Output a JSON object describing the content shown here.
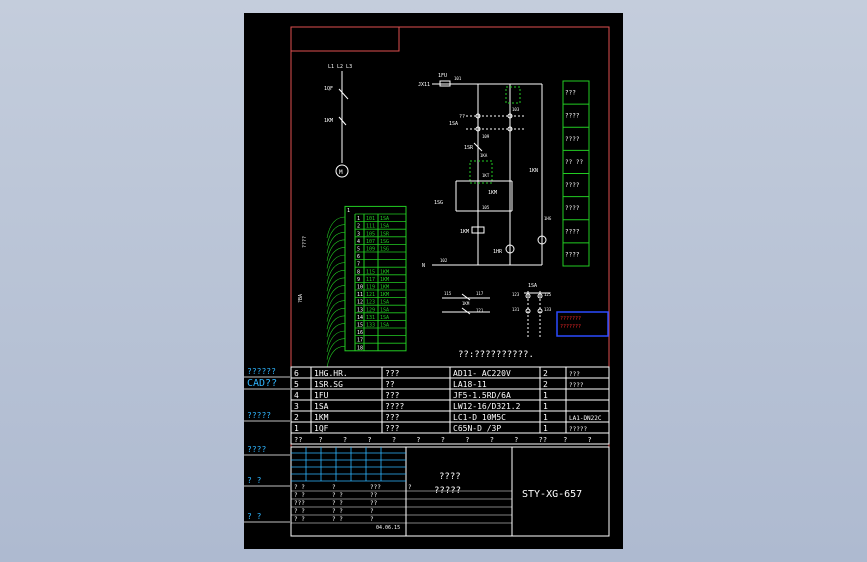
{
  "drawing": {
    "top_left_labels": [
      "L1 L2 L3",
      "1QF",
      "1KM"
    ],
    "motor_label": "M",
    "control_labels": {
      "supply": "JX11",
      "fuse": "1FU",
      "fuse_node": "101",
      "fuse_node2": "111",
      "relay_top": "KA",
      "relay_node": "109",
      "relay_node2": "103",
      "sa_label": "1SA",
      "switch_label": "??",
      "sr_label": "1SR",
      "sr_node": "1KA",
      "kt_label": "1KT",
      "km_label": "1KM",
      "sg_label": "1SG",
      "node_a": "1KN",
      "node_b": "105",
      "node_c": "1KM",
      "hr_label": "1HR",
      "hg_label": "1HG",
      "n_label": "N",
      "n_node": "102",
      "bottom_left_a": "115",
      "bottom_left_b": "1KM",
      "bottom_node_a": "117",
      "bottom_node_b": "121",
      "right_sa": "1SA",
      "right_node_a": "123",
      "right_node_b": "125",
      "right_node_c": "131",
      "right_node_d": "133"
    },
    "right_legend": [
      "???",
      "????",
      "????",
      "?? ??",
      "????",
      "????",
      "????",
      "????"
    ],
    "terminal_block": {
      "side_label_a": "????",
      "side_label_b": "?BA",
      "header": "1",
      "rows": [
        [
          "1",
          "101",
          "1SA"
        ],
        [
          "2",
          "111",
          "1SA"
        ],
        [
          "3",
          "105",
          "1SR"
        ],
        [
          "4",
          "107",
          "1SG"
        ],
        [
          "5",
          "109",
          "1SG"
        ],
        [
          "6",
          "",
          ""
        ],
        [
          "7",
          "",
          ""
        ],
        [
          "8",
          "115",
          "1KM"
        ],
        [
          "9",
          "117",
          "1KM"
        ],
        [
          "10",
          "119",
          "1KM"
        ],
        [
          "11",
          "121",
          "1KM"
        ],
        [
          "12",
          "123",
          "1SA"
        ],
        [
          "13",
          "129",
          "1SA"
        ],
        [
          "14",
          "131",
          "1SA"
        ],
        [
          "15",
          "133",
          "1SA"
        ],
        [
          "16",
          "",
          ""
        ],
        [
          "17",
          "",
          ""
        ],
        [
          "18",
          "",
          ""
        ]
      ]
    },
    "red_box": [
      "???????",
      "???????"
    ],
    "note": "??:??????????."
  },
  "bom": {
    "rows": [
      [
        "6",
        "1HG.HR.",
        "???",
        "AD11- AC220V",
        "2",
        "???"
      ],
      [
        "5",
        "1SR.SG",
        "??",
        "LA18-11",
        "2",
        "????"
      ],
      [
        "4",
        "1FU",
        "???",
        "JF5-1.5RD/6A",
        "1",
        ""
      ],
      [
        "3",
        "1SA",
        "????",
        "LW12-16/D321.2",
        "1",
        ""
      ],
      [
        "2",
        "1KM",
        "???",
        "LC1-D 10M5C",
        "1",
        "LA1-DN22C"
      ],
      [
        "1",
        "1QF",
        "???",
        "C65N-D /3P",
        "1",
        "?????"
      ]
    ],
    "header": [
      "??",
      "?",
      "?",
      "?",
      "?",
      "?",
      "?",
      "?",
      "?",
      "?",
      "??",
      "?",
      "?"
    ]
  },
  "left_labels": [
    "??????",
    "CAD??",
    "?????",
    "????",
    "? ?",
    "? ?"
  ],
  "title_block": {
    "title_a": "????",
    "title_b": "?????",
    "drawing_no": "STY-XG-657",
    "mini_cells": [
      "? ?",
      "? ?",
      "???",
      "? ?",
      "? ?",
      "?",
      "? ?",
      "? ?",
      "? ?",
      "? ?",
      "???",
      "??",
      "??",
      "?",
      "?",
      "?"
    ],
    "date": "04.06.15"
  }
}
